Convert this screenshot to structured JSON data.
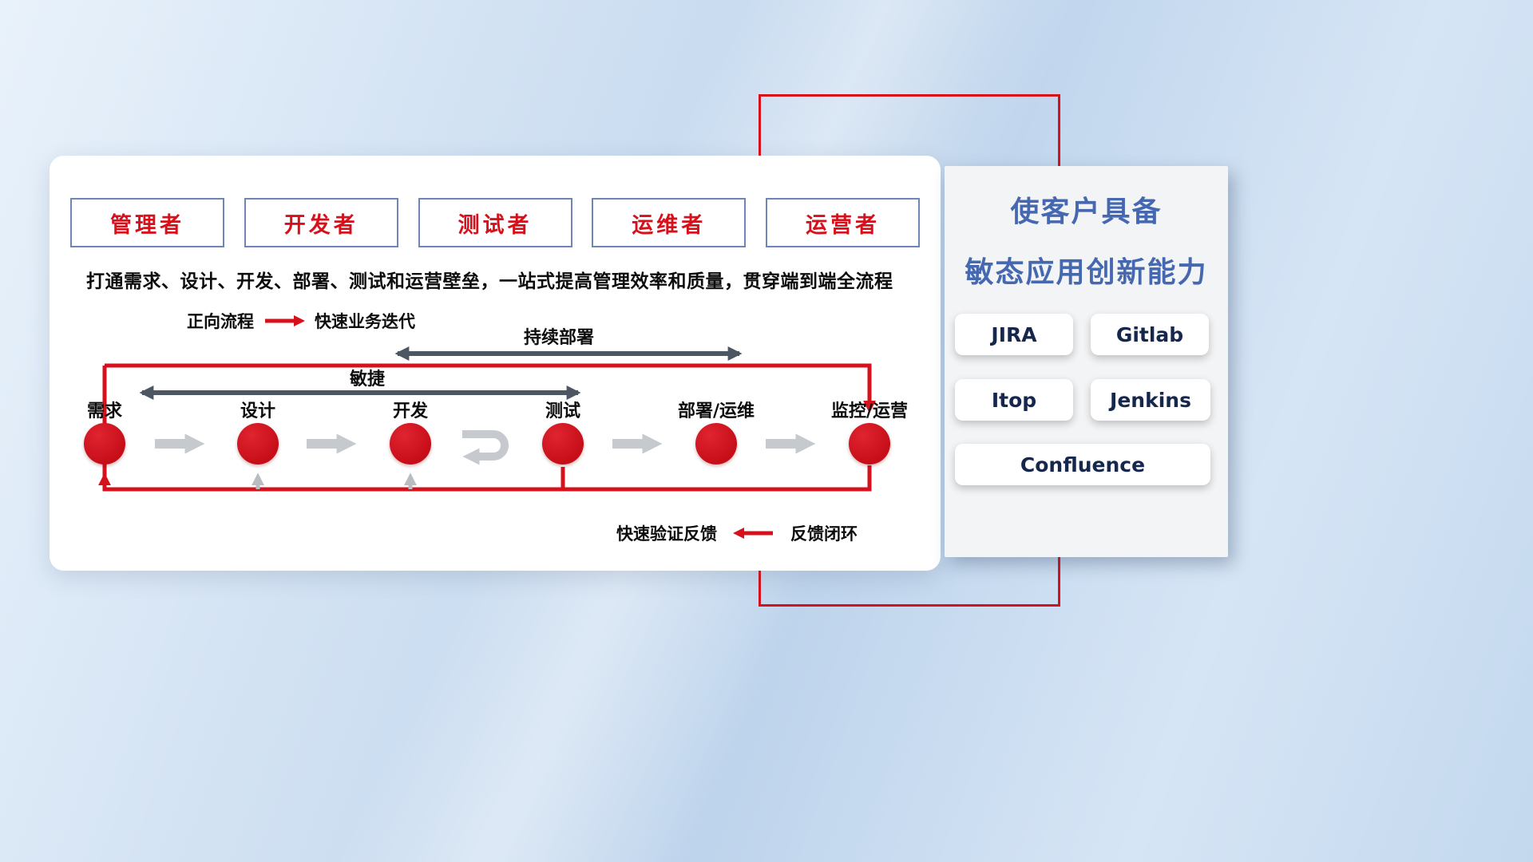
{
  "roles": [
    {
      "label": "管理者"
    },
    {
      "label": "开发者"
    },
    {
      "label": "测试者"
    },
    {
      "label": "运维者"
    },
    {
      "label": "运营者"
    }
  ],
  "subtitle": "打通需求、设计、开发、部署、测试和运营壁垒，一站式提高管理效率和质量，贯穿端到端全流程",
  "legends": {
    "forward_label": "正向流程",
    "forward_desc": "快速业务迭代",
    "feedback_label": "快速验证反馈",
    "feedback_desc": "反馈闭环"
  },
  "span_arrows": {
    "continuous_deploy": "持续部署",
    "agile": "敏捷"
  },
  "stages": [
    {
      "label": "需求"
    },
    {
      "label": "设计"
    },
    {
      "label": "开发"
    },
    {
      "label": "测试"
    },
    {
      "label": "部署/运维"
    },
    {
      "label": "监控/运营"
    }
  ],
  "right_panel": {
    "title_line1": "使客户具备",
    "title_line2": "敏态应用创新能力",
    "tools": [
      {
        "label": "JIRA"
      },
      {
        "label": "Gitlab"
      },
      {
        "label": "Itop"
      },
      {
        "label": "Jenkins"
      },
      {
        "label": "Confluence"
      }
    ]
  },
  "colors": {
    "accent_red": "#d6111c",
    "title_blue": "#4568b0",
    "tool_text_navy": "#16274e",
    "dark_arrow": "#4d5663",
    "gray_arrow": "#c6cace",
    "role_border_blue": "#6d86b5"
  }
}
